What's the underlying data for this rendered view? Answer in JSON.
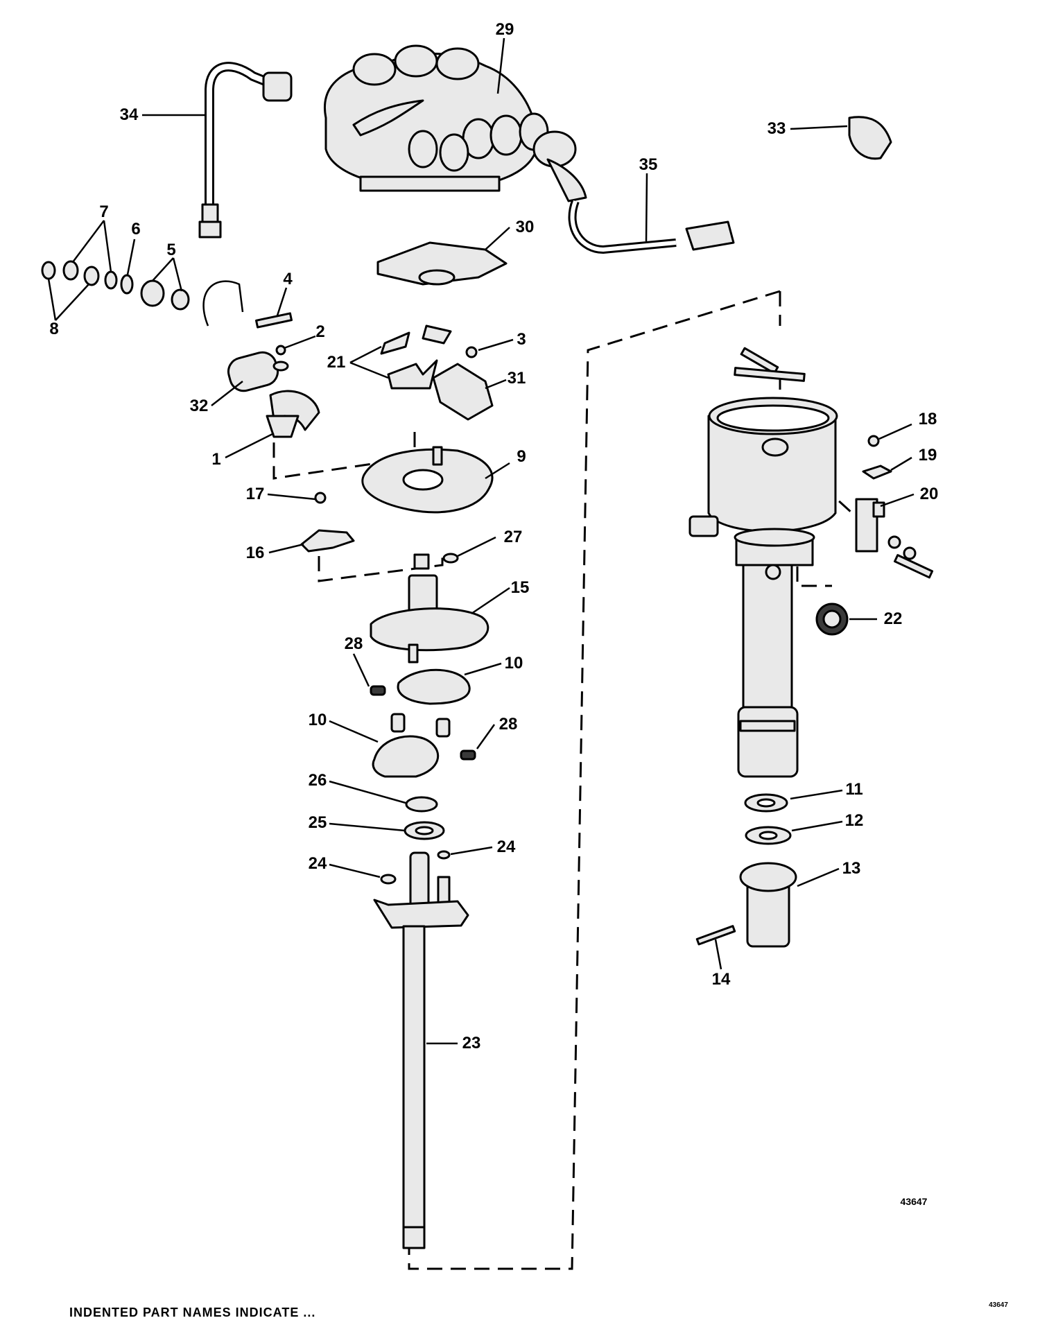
{
  "diagram": {
    "callouts": [
      "1",
      "2",
      "3",
      "4",
      "5",
      "6",
      "7",
      "8",
      "9",
      "10",
      "10",
      "11",
      "12",
      "13",
      "14",
      "15",
      "16",
      "17",
      "18",
      "19",
      "20",
      "21",
      "22",
      "23",
      "24",
      "24",
      "25",
      "26",
      "27",
      "28",
      "28",
      "29",
      "30",
      "31",
      "32",
      "33",
      "34",
      "35"
    ],
    "reference_numbers": [
      "43647",
      "43647"
    ],
    "footer_caption": "INDENTED PART NAMES INDICATE ..."
  }
}
